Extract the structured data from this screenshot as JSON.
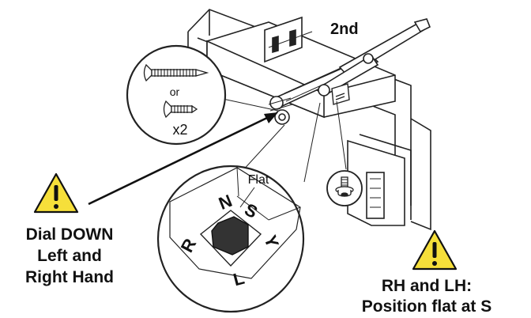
{
  "step_label": "2nd",
  "screw_option_separator": "or",
  "screw_quantity": "x2",
  "dial_flat_label": "Flat",
  "dial_letters": [
    "N",
    "S",
    "Y",
    "L",
    "R"
  ],
  "warning_left": {
    "lines": [
      "Dial DOWN",
      "Left and",
      "Right Hand"
    ]
  },
  "warning_right": {
    "lines": [
      "RH and LH:",
      "Position flat at S"
    ]
  },
  "colors": {
    "warning_fill": "#f6df3a",
    "line": "#111111"
  }
}
